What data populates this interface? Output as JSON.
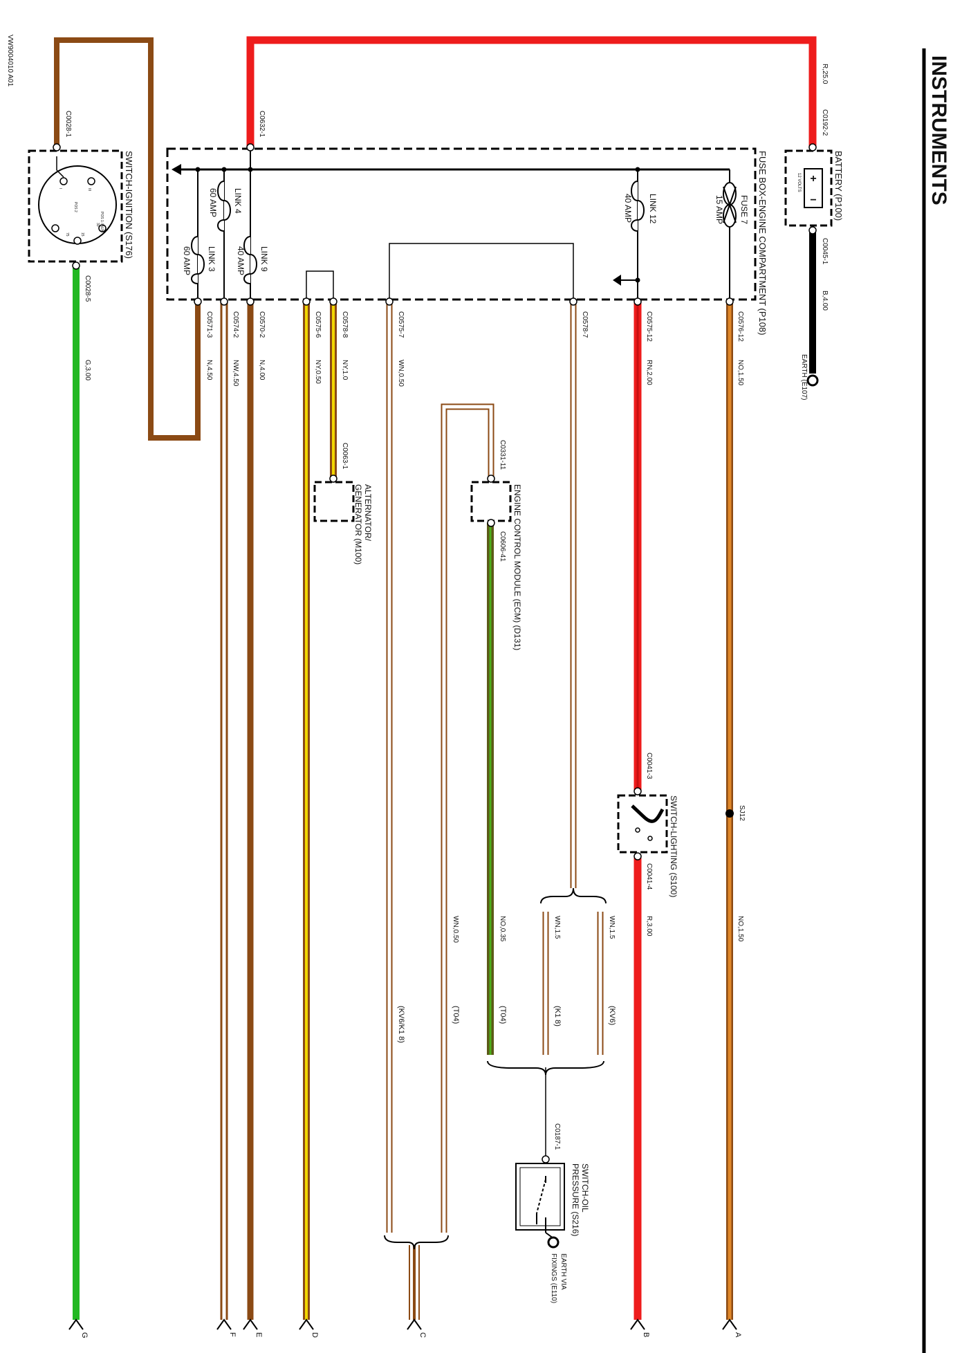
{
  "page": {
    "title": "INSTRUMENTS",
    "diagram_ref": "VW9004010 A01"
  },
  "components": {
    "battery": "BATTERY (P100)",
    "battery_volts": "12 VOLTS",
    "fusebox": "FUSE BOX-ENGINE COMPARTMENT (P108)",
    "ignition": "SWITCH-IGNITION (S176)",
    "alternator_1": "ALTERNATOR/",
    "alternator_2": "GENERATOR (M100)",
    "ecm": "ENGINE CONTROL MODULE (ECM) (D131)",
    "lighting": "SWITCH-LIGHTING (S100)",
    "oil_1": "SWITCH-OIL",
    "oil_2": "PRESSURE (S216)",
    "earth_e107": "EARTH (E107)",
    "earth_via_1": "EARTH VIA",
    "earth_via_2": "FIXINGS (E110)",
    "ign_positions": [
      "I",
      "III",
      "POS 2",
      "POS 1 / AUX",
      "30",
      "15",
      "75"
    ]
  },
  "fuses": {
    "fuse7_1": "FUSE 7",
    "fuse7_2": "15 AMP",
    "link12_1": "LINK 12",
    "link12_2": "40 AMP",
    "link4_1": "LINK 4",
    "link4_2": "60 AMP",
    "link9_1": "LINK 9",
    "link9_2": "40 AMP",
    "link3_1": "LINK 3",
    "link3_2": "60 AMP"
  },
  "connectors": {
    "c0192_2": "C0192-2",
    "c0045_1": "C0045-1",
    "c0632_1": "C0632-1",
    "c0028_1": "C0028-1",
    "c0028_5": "C0028-5",
    "c0576_12": "C0576-12",
    "c0575_12": "C0575-12",
    "c0578_7": "C0578-7",
    "c0575_7": "C0575-7",
    "c0578_8": "C0578-8",
    "c0575_6": "C0575-6",
    "c0570_2": "C0570-2",
    "c0574_2": "C0574-2",
    "c0571_3": "C0571-3",
    "c0063_1": "C0063-1",
    "c0331_11": "C0331-11",
    "c0606_41": "C0606-41",
    "c0041_3": "C0041-3",
    "c0041_4": "C0041-4",
    "c0187_1": "C0187-1",
    "sj12": "SJ12"
  },
  "wires": {
    "r250": "R,25.0",
    "b400": "B,4.00",
    "no150_top": "NO,1.50",
    "rn200": "RN,2.00",
    "wn050_top": "WN,0.50",
    "ny10": "NY,1.0",
    "ny050": "NY,0.50",
    "n400": "N,4.00",
    "nw450": "NW,4.50",
    "n450": "N,4.50",
    "g300": "G,3.00",
    "r300": "R,3.00",
    "no150_bot": "NO,1.50",
    "wn15_a": "WN,1.5",
    "wn15_b": "WN,1.5",
    "no035": "NO,0.35",
    "wn050_bot": "WN,0.50"
  },
  "refs": {
    "kv6": "(KV6)",
    "k18": "(K1 8)",
    "t04a": "(T04)",
    "t04b": "(T04)",
    "kv6k18": "(KV6/K1 8)"
  },
  "terminals": {
    "a": "A",
    "b": "B",
    "c": "C",
    "d": "D",
    "e": "E",
    "f": "F",
    "g": "G"
  },
  "colors": {
    "red": "#ee1c1c",
    "brown": "#8b4a14",
    "orange": "#cc6a1a",
    "black": "#000000",
    "green": "#22b822",
    "yellow": "#f2d600",
    "olive": "#5c5a18",
    "tan": "#b98a5a"
  }
}
